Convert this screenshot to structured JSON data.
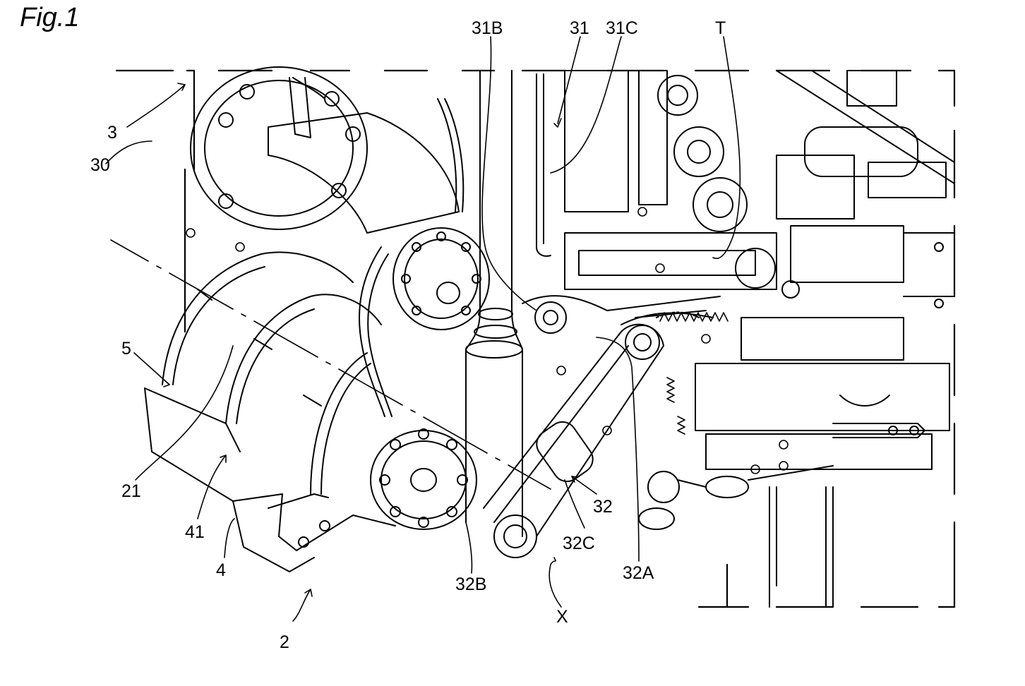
{
  "figure": {
    "title": "Fig.1"
  },
  "labels": {
    "l31B": "31B",
    "l31": "31",
    "l31C": "31C",
    "lT": "T",
    "l3": "3",
    "l30": "30",
    "l5": "5",
    "l21": "21",
    "l41": "41",
    "l4": "4",
    "l2": "2",
    "l32B": "32B",
    "lX": "X",
    "l32C": "32C",
    "l32": "32",
    "l32A": "32A"
  }
}
